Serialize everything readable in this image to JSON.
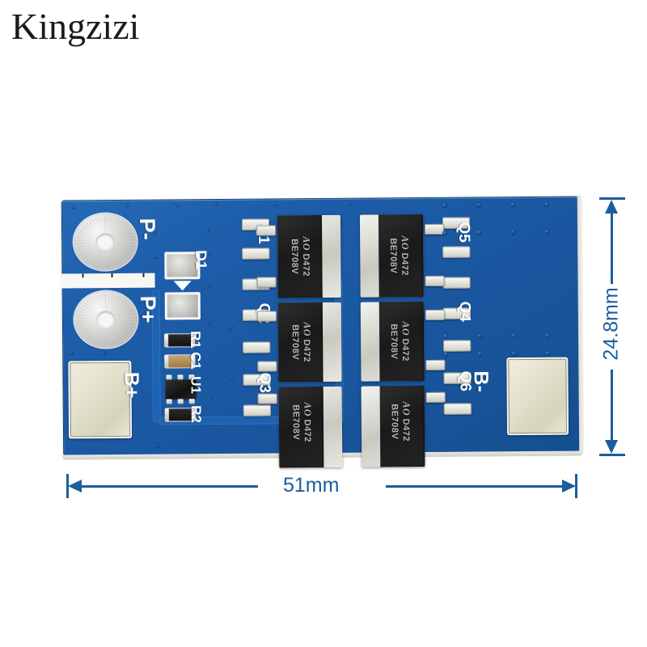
{
  "watermark": {
    "text": "Kingzizi"
  },
  "product": {
    "type": "bms-protection-board-photo",
    "pcb_color": "#1c5ca8",
    "silkscreen_color": "#ffffff"
  },
  "dimensions": {
    "accent_color": "#1b5e9e",
    "width": {
      "label": "51mm",
      "axis": "horizontal"
    },
    "height": {
      "label": "24.8mm",
      "axis": "vertical"
    }
  },
  "silkscreen": {
    "terminals": [
      {
        "id": "p-minus",
        "label": "P-"
      },
      {
        "id": "p-plus",
        "label": "P+"
      },
      {
        "id": "b-plus",
        "label": "B+"
      },
      {
        "id": "b-minus",
        "label": "B-"
      }
    ],
    "refdes": [
      {
        "id": "d1",
        "label": "D1"
      },
      {
        "id": "r1",
        "label": "R1"
      },
      {
        "id": "c1",
        "label": "C1"
      },
      {
        "id": "u1",
        "label": "U1"
      },
      {
        "id": "r2",
        "label": "R2"
      },
      {
        "id": "q1",
        "label": "Q1"
      },
      {
        "id": "q2",
        "label": "Q2"
      },
      {
        "id": "q3",
        "label": "Q3"
      },
      {
        "id": "q4",
        "label": "Q4"
      },
      {
        "id": "q5",
        "label": "Q5"
      },
      {
        "id": "q6",
        "label": "Q6"
      }
    ]
  },
  "mosfets": {
    "count": 6,
    "package": "DPAK",
    "logo": "AO",
    "part_number": "D472",
    "date_code": "BE708V",
    "items": [
      {
        "ref": "q1",
        "logo": "AO",
        "line1": "D472",
        "line2": "BE708V"
      },
      {
        "ref": "q2",
        "logo": "AO",
        "line1": "D472",
        "line2": "BE708V"
      },
      {
        "ref": "q3",
        "logo": "AO",
        "line1": "D472",
        "line2": "BE708V"
      },
      {
        "ref": "q5",
        "logo": "AO",
        "line1": "D472",
        "line2": "BE708V"
      },
      {
        "ref": "q4",
        "logo": "AO",
        "line1": "D472",
        "line2": "BE708V"
      },
      {
        "ref": "q6",
        "logo": "AO",
        "line1": "D472",
        "line2": "BE708V"
      }
    ]
  }
}
